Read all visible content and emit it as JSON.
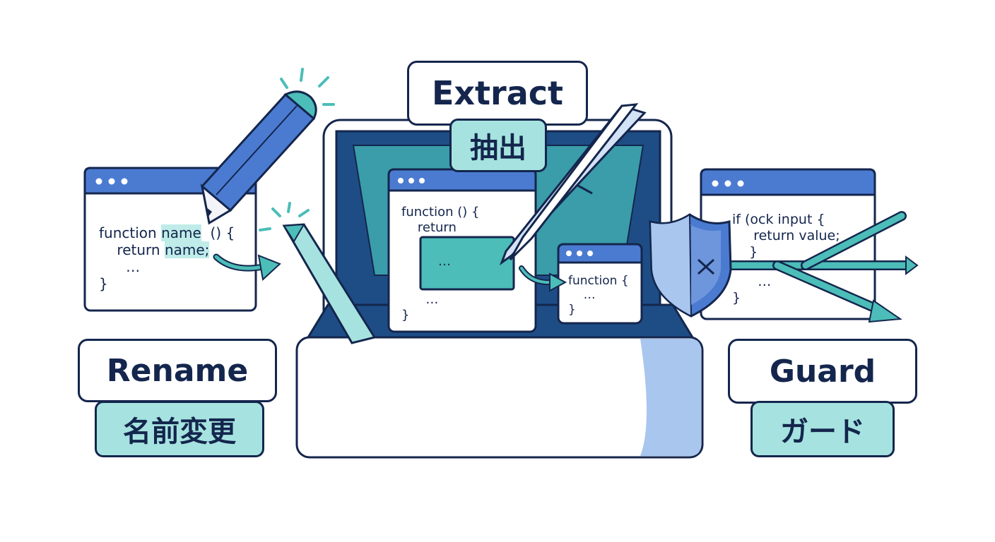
{
  "colors": {
    "navy": "#14264d",
    "blue": "#4b7bd1",
    "teal": "#4cbdb8",
    "mint": "#a6e3e0",
    "light_blue": "#a8c6ee"
  },
  "icons": [
    "pencil-icon",
    "crayon-icon",
    "tweezers-icon",
    "shield-icon",
    "arrow-icon"
  ],
  "rename": {
    "title": "Rename",
    "title_jp": "名前変更",
    "code": {
      "line1_a": "function ",
      "line1_name": "name",
      "line1_b": "  () {",
      "line2_a": "    return ",
      "line2_name": "name;",
      "line3": "      …",
      "line4": "}"
    }
  },
  "extract": {
    "title": "Extract",
    "title_jp": "抽出",
    "code_main": {
      "line1": "function () {",
      "line2": "    return",
      "block": "…",
      "line3": "      …",
      "line4": "}"
    },
    "code_small": {
      "line1": "function {",
      "line2": "    …",
      "line3": "}"
    }
  },
  "guard": {
    "title": "Guard",
    "title_jp": "ガード",
    "code": {
      "line1": "if (ock input {",
      "line2": "     return value;",
      "line3": "    }",
      "line4": "      …",
      "line5": "}"
    }
  }
}
